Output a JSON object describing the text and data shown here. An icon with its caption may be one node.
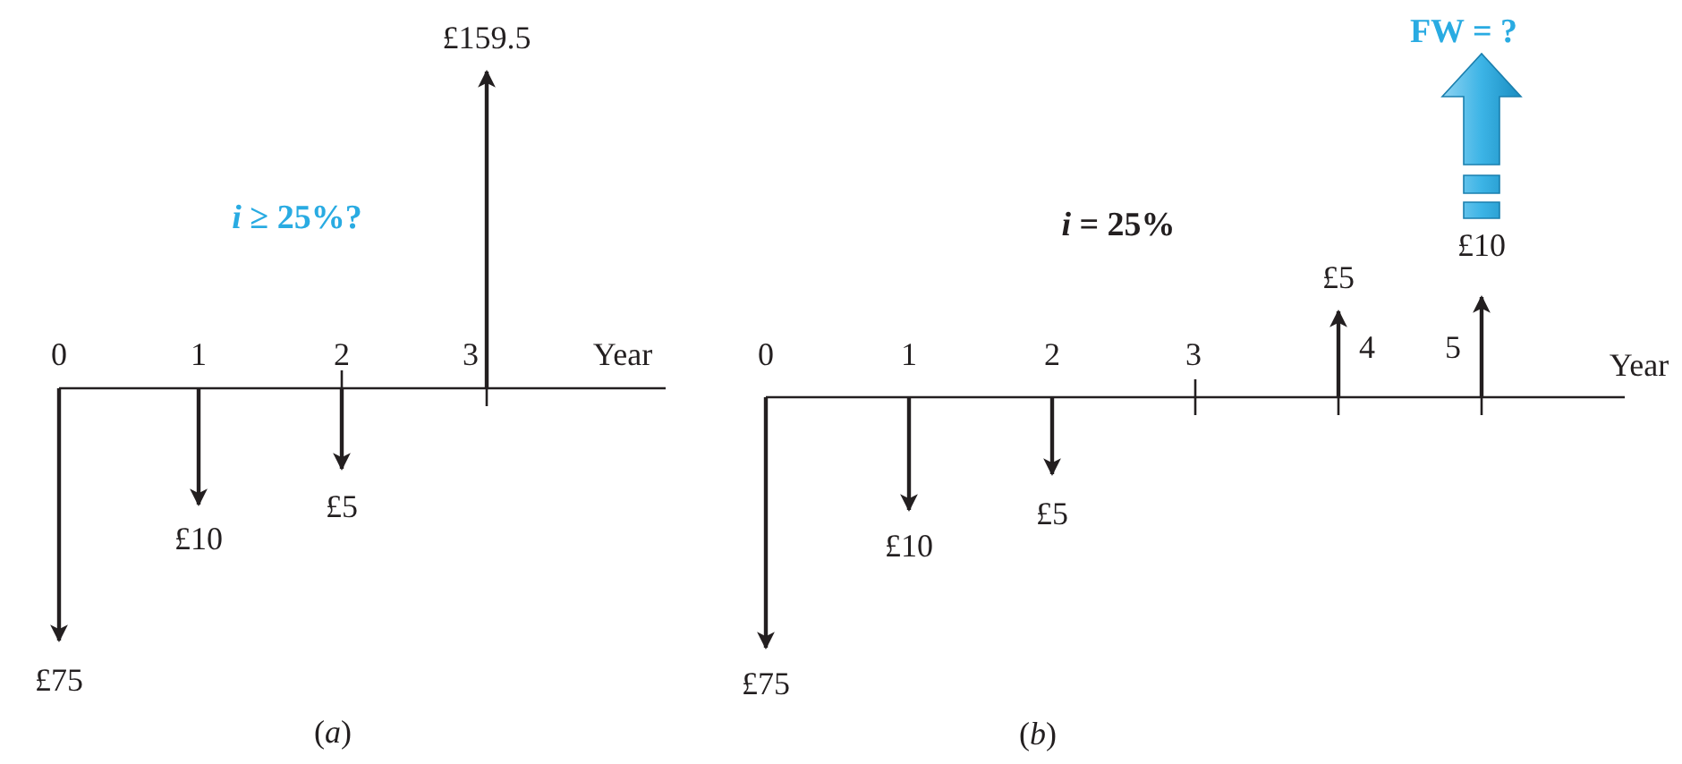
{
  "diagram": {
    "labels": [
      "£159.5",
      "*i* ≥ 25%?",
      "0",
      "1",
      "2",
      "3",
      "Year",
      "£10",
      "£5",
      "£75",
      "(*a*)",
      "FW = ?",
      "£10",
      "*i* = 25%",
      "£5",
      "0",
      "1",
      "2",
      "3",
      "4",
      "5",
      "Year",
      "£10",
      "£5",
      "£75",
      "(*b*)"
    ]
  }
}
